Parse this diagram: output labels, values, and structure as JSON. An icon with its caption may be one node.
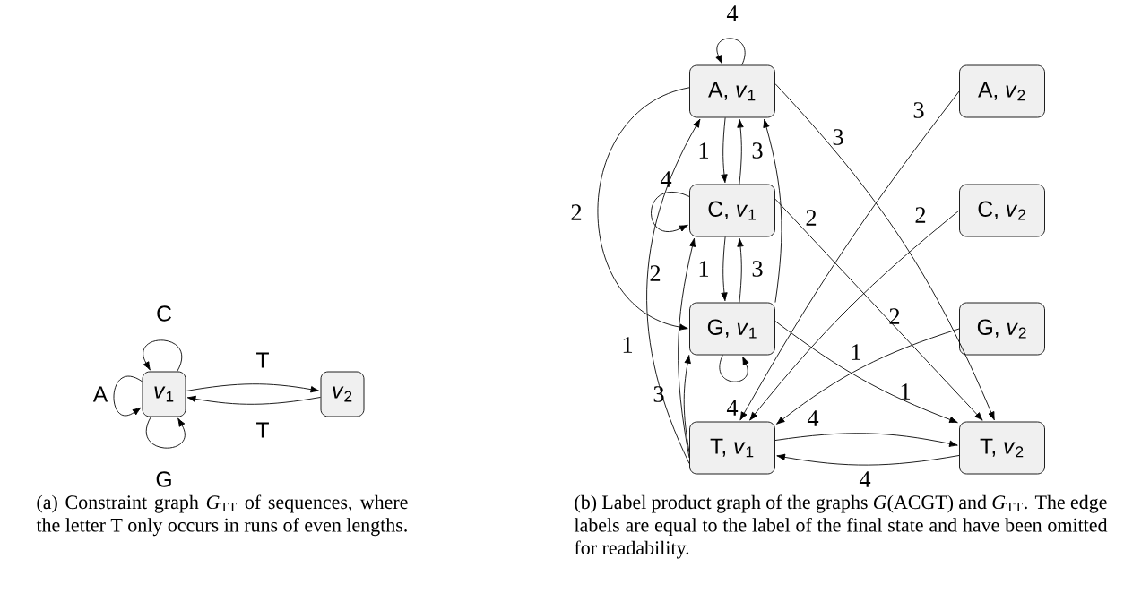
{
  "diagram": {
    "nodes": [
      {
        "text": [
          "*v*$_{1}$"
        ]
      },
      {
        "text": [
          "*v*$_{2}$"
        ]
      },
      {
        "text": [
          "A, *v*$_{1}$"
        ]
      },
      {
        "text": [
          "C, *v*$_{1}$"
        ]
      },
      {
        "text": [
          "G, *v*$_{1}$"
        ]
      },
      {
        "text": [
          "T, *v*$_{1}$"
        ]
      },
      {
        "text": [
          "A, *v*$_{2}$"
        ]
      },
      {
        "text": [
          "C, *v*$_{2}$"
        ]
      },
      {
        "text": [
          "G, *v*$_{2}$"
        ]
      },
      {
        "text": [
          "T, *v*$_{2}$"
        ]
      }
    ],
    "edges": [
      {
        "from": 0,
        "to": 0,
        "arrow": "to",
        "label": "A"
      },
      {
        "from": 0,
        "to": 0,
        "arrow": "to",
        "label": "C"
      },
      {
        "from": 0,
        "to": 0,
        "arrow": "to",
        "label": "G"
      },
      {
        "from": 0,
        "to": 1,
        "arrow": "to",
        "label": "T"
      },
      {
        "from": 1,
        "to": 0,
        "arrow": "to",
        "label": "T"
      },
      {
        "from": 2,
        "to": 2,
        "arrow": "to",
        "label": "4"
      },
      {
        "from": 2,
        "to": 3,
        "arrow": "to",
        "label": "1"
      },
      {
        "from": 3,
        "to": 2,
        "arrow": "to",
        "label": "3"
      },
      {
        "from": 3,
        "to": 3,
        "arrow": "to",
        "label": "4"
      },
      {
        "from": 3,
        "to": 4,
        "arrow": "to",
        "label": "1"
      },
      {
        "from": 4,
        "to": 3,
        "arrow": "to",
        "label": "3"
      },
      {
        "from": 4,
        "to": 4,
        "arrow": "to",
        "label": "4"
      },
      {
        "from": 2,
        "to": 4,
        "arrow": "to",
        "label": "2"
      },
      {
        "from": 4,
        "to": 2,
        "arrow": "to",
        "label": "2"
      },
      {
        "from": 5,
        "to": 2,
        "arrow": "to",
        "label": "1"
      },
      {
        "from": 5,
        "to": 3,
        "arrow": "to",
        "label": "2"
      },
      {
        "from": 5,
        "to": 4,
        "arrow": "to",
        "label": "3"
      },
      {
        "from": 6,
        "to": 5,
        "arrow": "to",
        "label": "3"
      },
      {
        "from": 7,
        "to": 5,
        "arrow": "to",
        "label": "2"
      },
      {
        "from": 8,
        "to": 5,
        "arrow": "to",
        "label": "1"
      },
      {
        "from": 9,
        "to": 5,
        "arrow": "to",
        "label": "4"
      },
      {
        "from": 2,
        "to": 9,
        "arrow": "to",
        "label": "3"
      },
      {
        "from": 3,
        "to": 9,
        "arrow": "to",
        "label": "2"
      },
      {
        "from": 4,
        "to": 9,
        "arrow": "to",
        "label": "1"
      },
      {
        "from": 5,
        "to": 9,
        "arrow": "to",
        "label": "4"
      }
    ],
    "labels": [
      "(a) Constraint graph *G*$_{TT}$ of sequences, where the letter T only occurs in runs of even lengths.",
      "(b) Label product graph of the graphs *G*(ACGT) and *G*$_{TT}$. The edge labels are equal to the label of the final state and have been omitted for readability."
    ]
  }
}
